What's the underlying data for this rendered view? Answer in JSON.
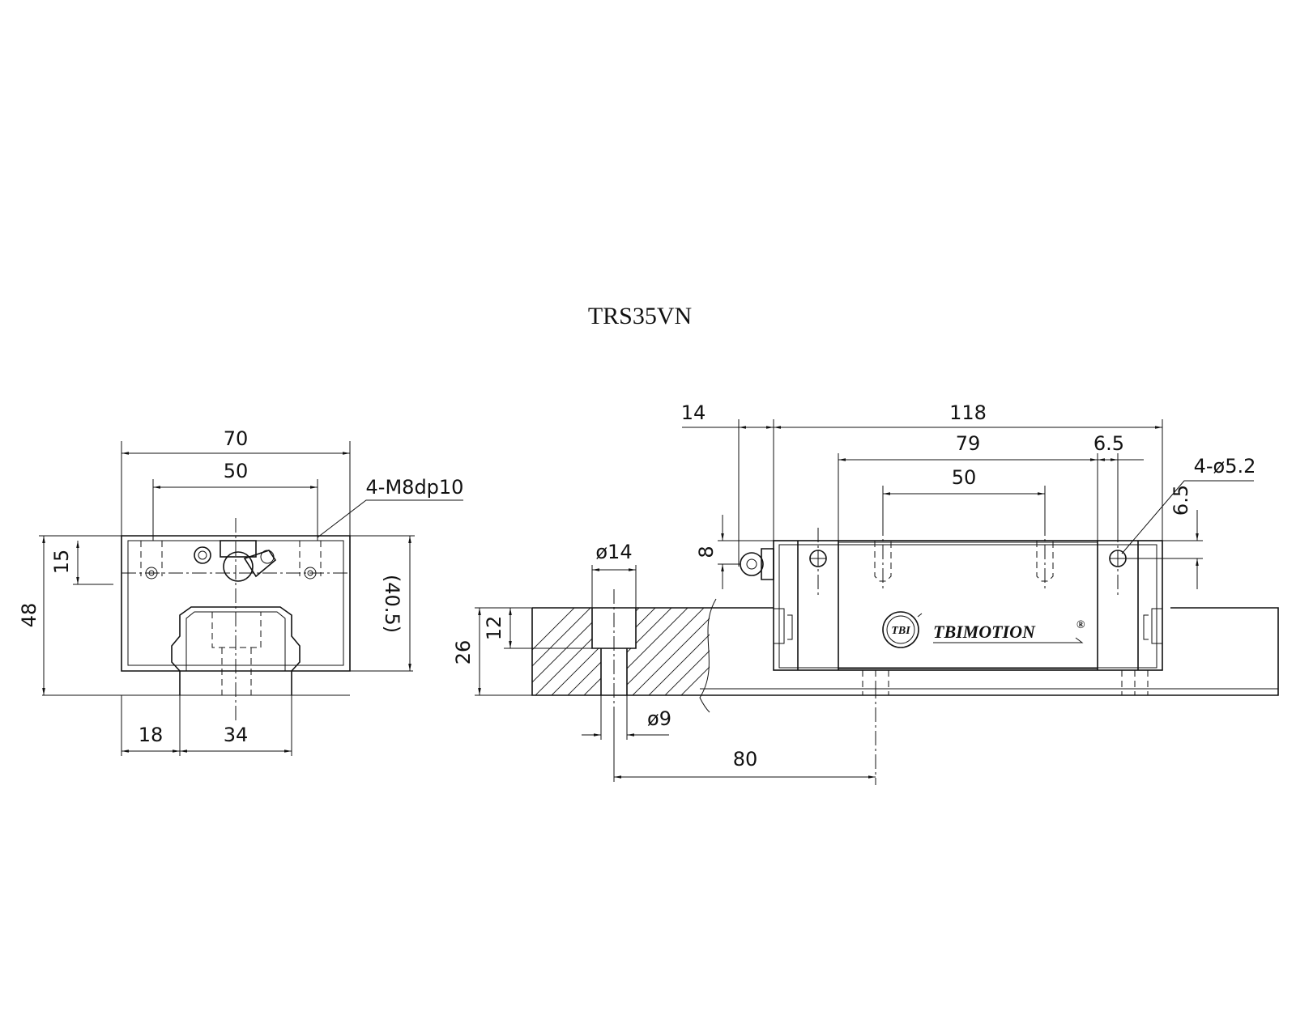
{
  "title": "TRS35VN",
  "front_view": {
    "dim_width": "70",
    "dim_mount_spacing": "50",
    "dim_height": "48",
    "dim_top_hole": "15",
    "dim_block_height": "(40.5)",
    "dim_side": "18",
    "dim_rail_width": "34",
    "callout_thread": "4-M8dp10"
  },
  "side_view": {
    "dim_nipple": "14",
    "dim_length": "118",
    "dim_body": "79",
    "dim_mount_spacing": "50",
    "dim_offset": "6.5",
    "dim_offset_vertical": "6.5",
    "callout_holes": "4-ø5.2",
    "dim_nipple_height": "8",
    "dim_counterbore": "ø14",
    "dim_counterbore_depth": "12",
    "dim_rail_height": "26",
    "dim_hole": "ø9",
    "dim_pitch": "80"
  },
  "logo": {
    "brand": "TBIMOTION",
    "mark": "TBI",
    "registered": "®"
  }
}
